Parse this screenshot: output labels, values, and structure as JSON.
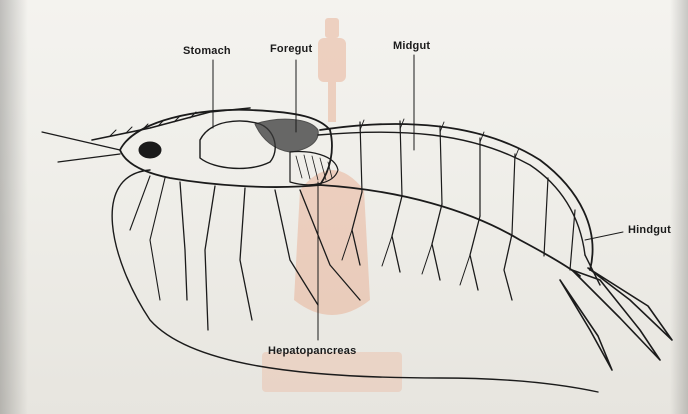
{
  "diagram": {
    "labels": {
      "stomach": "Stomach",
      "foregut": "Foregut",
      "midgut": "Midgut",
      "hindgut": "Hindgut",
      "hepatopancreas": "Hepatopancreas"
    },
    "colors": {
      "ink": "#1b1b1b",
      "paper": "#f2f1ec",
      "watermark": "#e8b59c"
    }
  }
}
